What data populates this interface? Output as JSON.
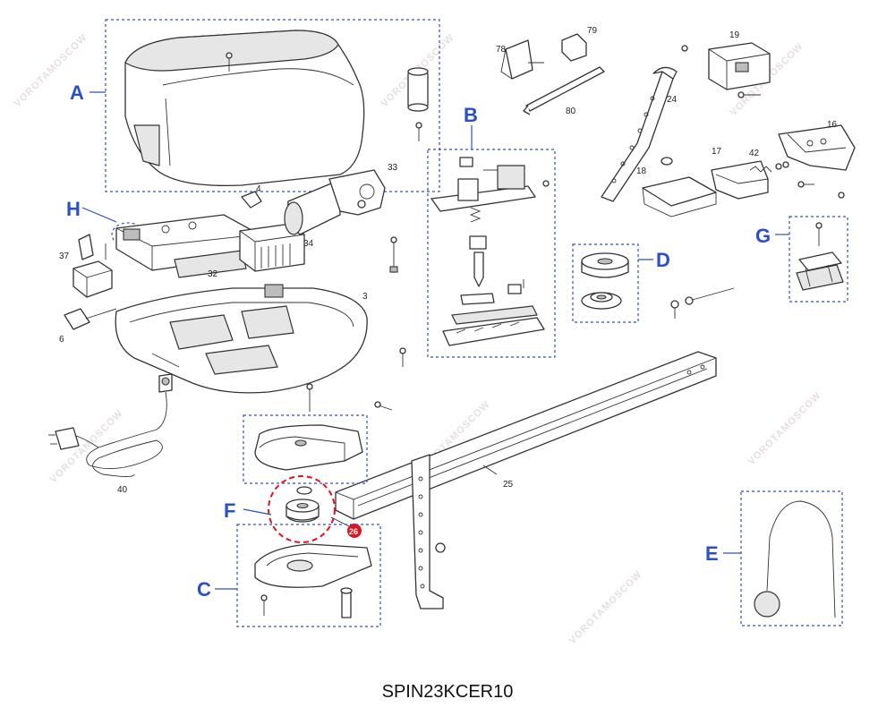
{
  "model_code": "SPIN23KCER10",
  "watermark_text": "VOROTAMOSCOW",
  "group_letters": {
    "A": "A",
    "B": "B",
    "C": "C",
    "D": "D",
    "E": "E",
    "F": "F",
    "G": "G",
    "H": "H"
  },
  "part_numbers": {
    "p3": "3",
    "p4": "4",
    "p6": "6",
    "p16": "16",
    "p17": "17",
    "p18": "18",
    "p19": "19",
    "p24": "24",
    "p25": "25",
    "p26": "26",
    "p32": "32",
    "p33": "33",
    "p34": "34",
    "p37": "37",
    "p40": "40",
    "p42": "42",
    "p78": "78",
    "p79": "79",
    "p80": "80"
  },
  "colors": {
    "group_letter": "#2a4fc9",
    "group_box": "#2f4fbf",
    "highlight": "#e0141e",
    "line_art": "#333333"
  }
}
